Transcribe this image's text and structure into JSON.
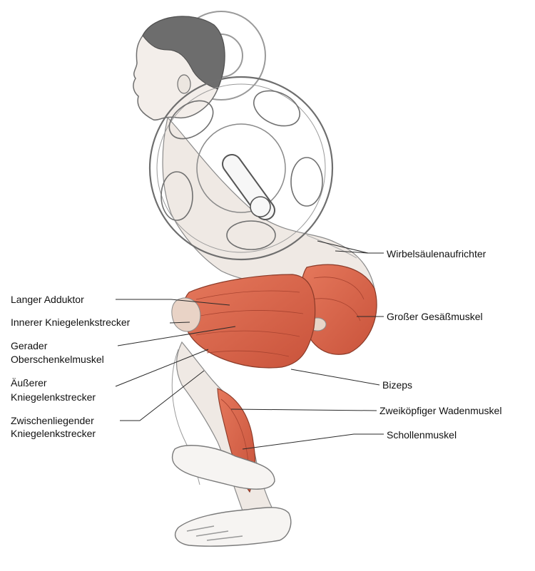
{
  "labels_left": {
    "langer_adduktor": "Langer Adduktor",
    "innerer_kniegelenkstrecker": "Innerer Kniegelenkstrecker",
    "gerader_1": "Gerader",
    "gerader_2": "Oberschenkelmuskel",
    "aeusserer_1": "Äußerer",
    "aeusserer_2": "Kniegelenkstrecker",
    "zwischen_1": "Zwischenliegender",
    "zwischen_2": "Kniegelenkstrecker"
  },
  "labels_right": {
    "wirbelsaeule": "Wirbelsäulenaufrichter",
    "gesaess": "Großer Gesäßmuskel",
    "bizeps": "Bizeps",
    "waden": "Zweiköpfiger Wadenmuskel",
    "schollen": "Schollenmuskel"
  },
  "colors": {
    "muscle": "#d9644a",
    "muscle_dark": "#b84a34",
    "sketch": "#8a8a8a",
    "skin": "#f1ece8",
    "hair": "#6b6b6b"
  }
}
